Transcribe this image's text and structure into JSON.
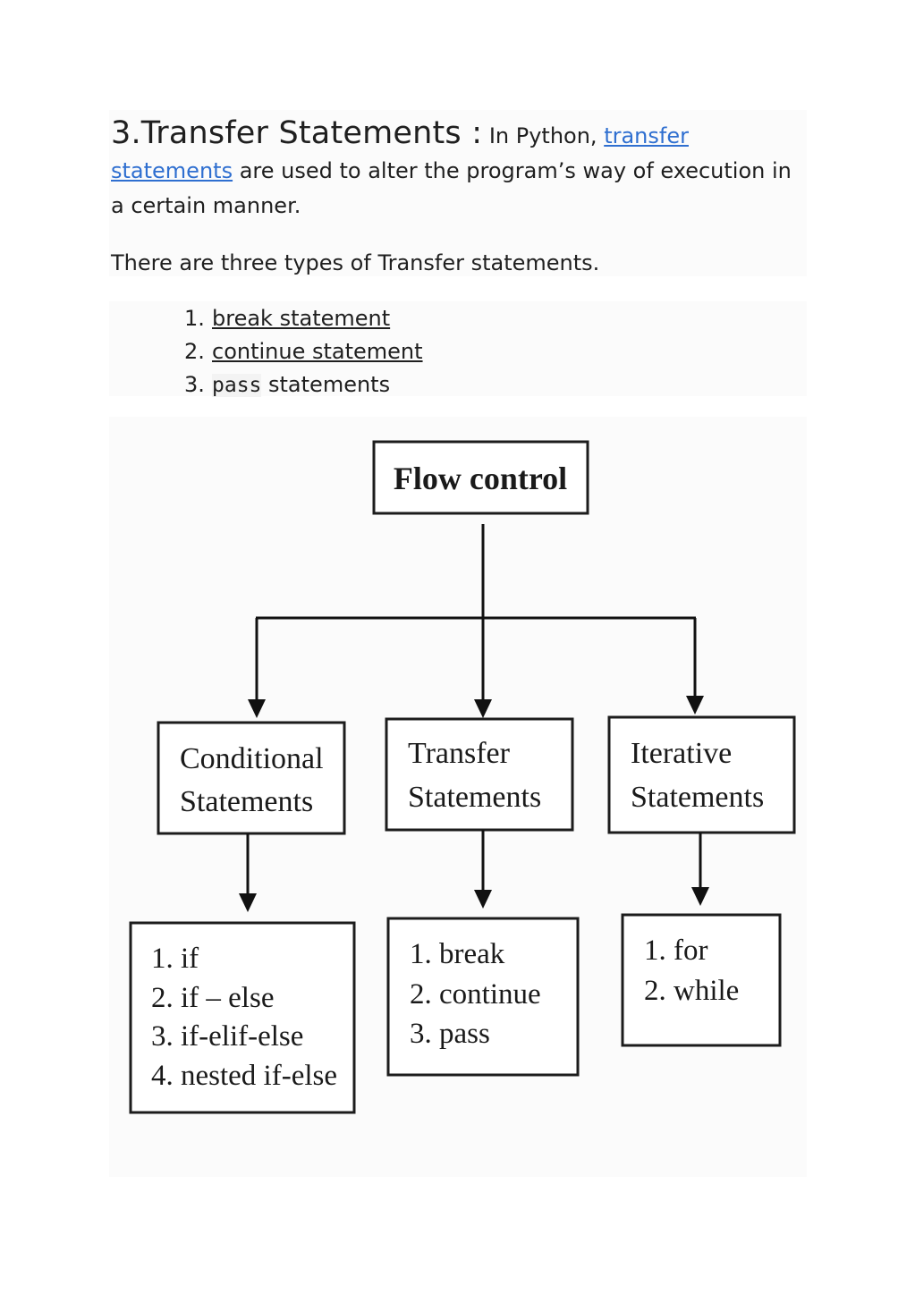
{
  "heading": {
    "title": "3.Transfer Statements :",
    "lead": " In Python, ",
    "link1": "transfer",
    "link2": "statements",
    "rest": " are used to alter the program’s way of execution in a certain manner."
  },
  "paragraph": "There are three types of Transfer statements.",
  "types_list": [
    {
      "num": "1.",
      "text": "break statement"
    },
    {
      "num": "2.",
      "text": "continue statement"
    },
    {
      "num": "3.",
      "code": "pass",
      "text": " statements"
    }
  ],
  "diagram": {
    "root": "Flow control",
    "categories": [
      {
        "line1": "Conditional",
        "line2": "Statements",
        "items": [
          "1. if",
          "2. if – else",
          "3. if-elif-else",
          "4. nested if-else"
        ]
      },
      {
        "line1": "Transfer",
        "line2": "Statements",
        "items": [
          "1. break",
          "2. continue",
          "3. pass"
        ]
      },
      {
        "line1": "Iterative",
        "line2": "Statements",
        "items": [
          "1. for",
          "2. while"
        ]
      }
    ]
  }
}
